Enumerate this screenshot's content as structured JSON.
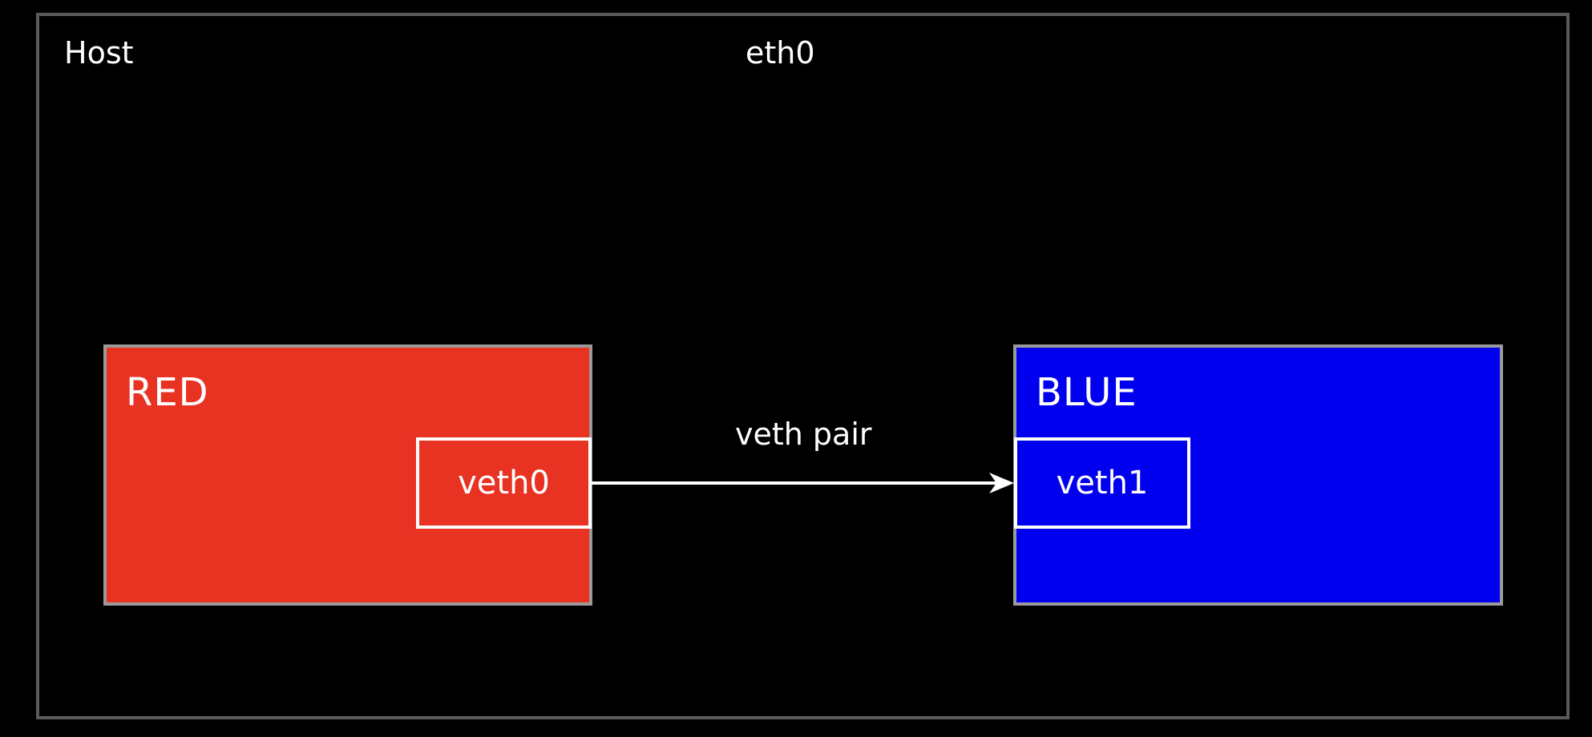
{
  "host": {
    "label": "Host",
    "external_interface": "eth0"
  },
  "namespaces": [
    {
      "name": "RED",
      "color": "#e83323",
      "interface": "veth0"
    },
    {
      "name": "BLUE",
      "color": "#0000ee",
      "interface": "veth1"
    }
  ],
  "link": {
    "label": "veth pair",
    "from": "veth0",
    "to": "veth1"
  }
}
